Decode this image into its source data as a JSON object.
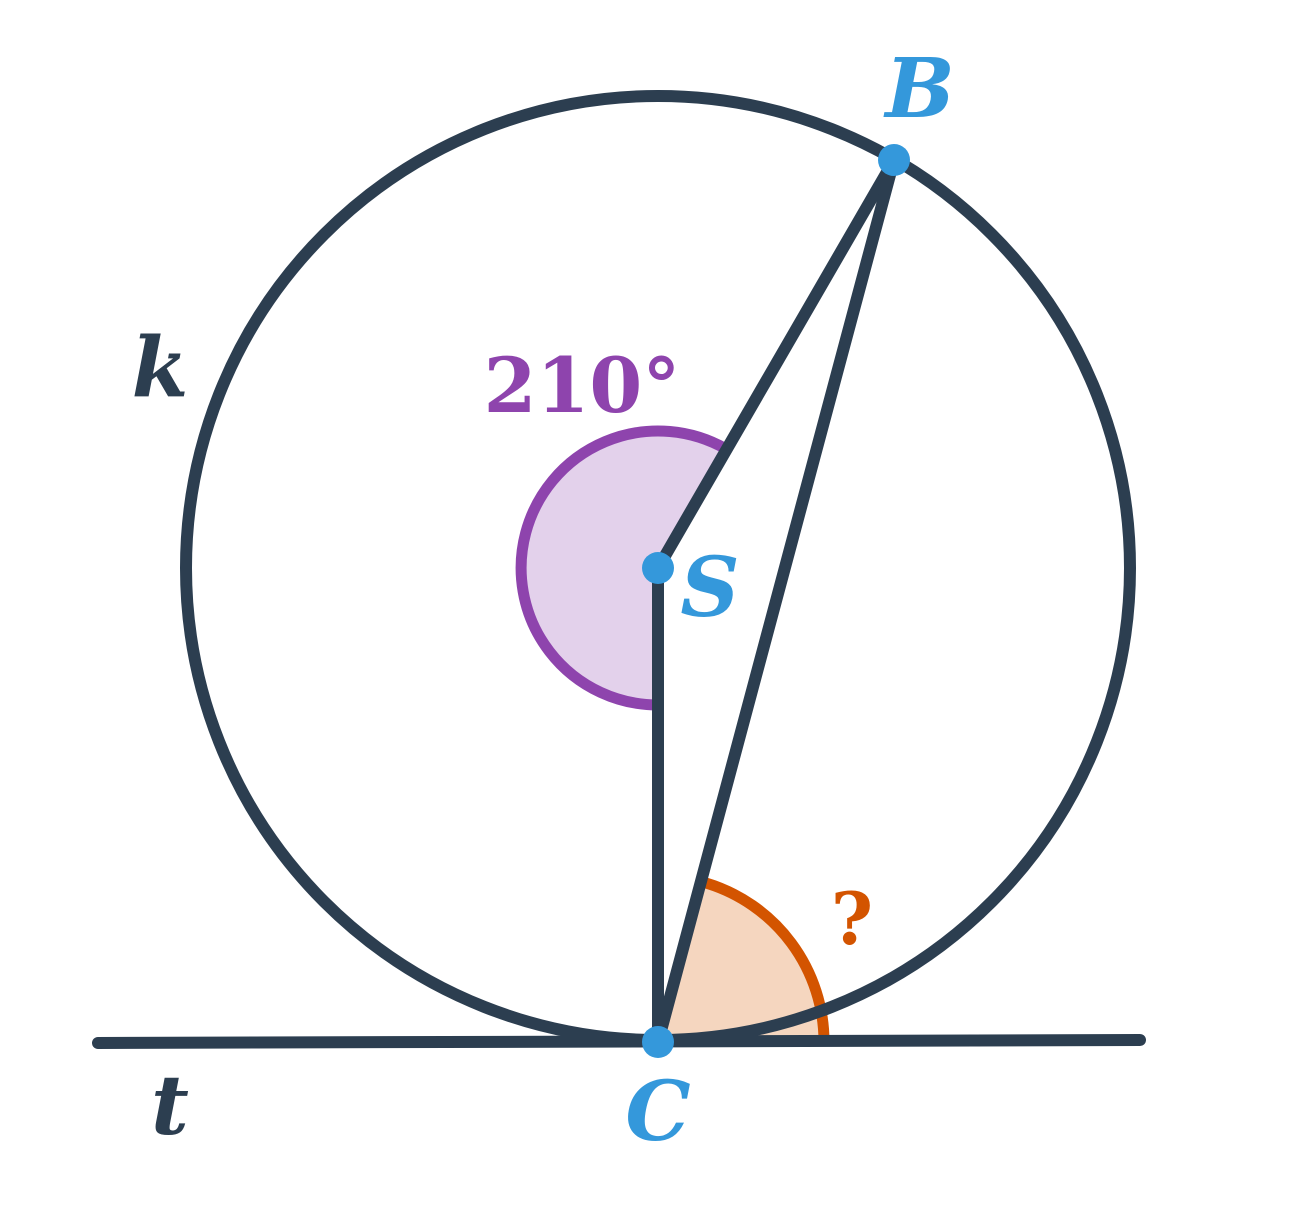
{
  "labels": {
    "circle": "k",
    "tangent": "t",
    "center": "S",
    "point_b": "B",
    "point_c": "C",
    "central_angle": "210°",
    "unknown_angle": "?"
  },
  "colors": {
    "line": "#2c3e50",
    "point": "#3498db",
    "central_angle_stroke": "#8e44ad",
    "central_angle_fill": "#e3d1eb",
    "unknown_angle_stroke": "#d35400",
    "unknown_angle_fill": "#f5d6bf"
  }
}
